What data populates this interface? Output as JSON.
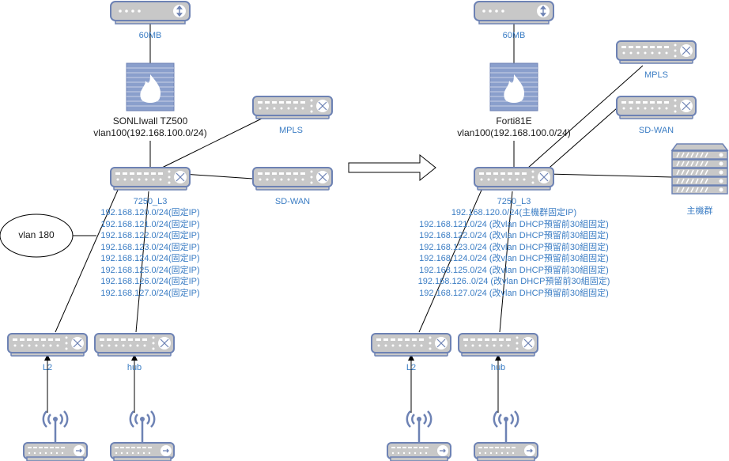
{
  "diagram": {
    "before": {
      "modem_label": "60MB",
      "firewall_label": [
        "SONLIwall TZ500",
        "vlan100(192.168.100.0/24)"
      ],
      "core_switch_label": "7250_L3",
      "subnets": [
        "192.168.120.0/24(固定IP)",
        "192.168.121.0/24(固定IP)",
        "192.168.122.0/24(固定IP)",
        "192.168.123.0/24(固定IP)",
        "192.168.124.0/24(固定IP)",
        "192.168.125.0/24(固定IP)",
        "192.168.126.0/24(固定IP)",
        "192.168.127.0/24(固定IP)"
      ],
      "mpls_label": "MPLS",
      "sdwan_label": "SD-WAN",
      "vlan_ellipse_label": "vlan 180",
      "l2_label": "L2",
      "hub_label": "hub"
    },
    "after": {
      "modem_label": "60MB",
      "firewall_label": [
        "Forti81E",
        "vlan100(192.168.100.0/24)"
      ],
      "core_switch_label": "7250_L3",
      "subnets": [
        "192.168.120.0/24(主機群固定IP)",
        "192.168.121.0/24 (改vlan DHCP預留前30組固定)",
        "192.168.122.0/24 (改vlan DHCP預留前30組固定)",
        "192.168.123.0/24 (改vlan DHCP預留前30組固定)",
        "192.168.124.0/24 (改vlan DHCP預留前30組固定)",
        "192.168.125.0/24 (改vlan DHCP預留前30組固定)",
        "192.168.126..0/24 (改vlan DHCP預留前30組固定)",
        "192.168.127.0/24 (改vlan DHCP預留前30組固定)"
      ],
      "mpls_label": "MPLS",
      "sdwan_label": "SD-WAN",
      "server_label": "主機群",
      "l2_label": "L2",
      "hub_label": "hub"
    },
    "colors": {
      "device_fill": "#c8c8c8",
      "device_stroke": "#6d82b4",
      "label_blue": "#3b7dc4",
      "line": "#000000"
    }
  }
}
